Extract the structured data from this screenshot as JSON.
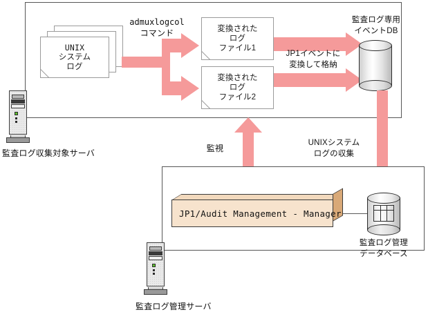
{
  "colors": {
    "arrow_pink": "#F59A9A",
    "box_face": "#F7E3CD",
    "box_side": "#D9A978",
    "border_dark": "#555555",
    "text": "#111111"
  },
  "diagram": {
    "title_hidden": "JP1 audit log collection flow",
    "top_server": {
      "caption": "監査ログ収集対象サーバ",
      "source_logs": {
        "label_lines": [
          "UNIX",
          "システム",
          "ログ"
        ],
        "stack_count": 3
      },
      "command": {
        "line1": "admuxlogcol",
        "line2": "コマンド"
      },
      "converted_files": [
        {
          "label_lines": [
            "変換された",
            "ログ",
            "ファイル1"
          ]
        },
        {
          "label_lines": [
            "変換された",
            "ログ",
            "ファイル2"
          ]
        }
      ],
      "store_label": {
        "line1": "JP1イベントに",
        "line2": "変換して格納"
      },
      "event_db": {
        "label_lines": [
          "監査ログ専用",
          "イベントDB"
        ]
      }
    },
    "middle_labels": {
      "monitor": "監視",
      "collect": {
        "line1": "UNIXシステム",
        "line2": "ログの収集"
      }
    },
    "bottom_server": {
      "caption": "監査ログ管理サーバ",
      "program": {
        "label": "JP1/Audit Management - Manager"
      },
      "database": {
        "label_lines": [
          "監査ログ管理",
          "データベース"
        ]
      }
    }
  }
}
